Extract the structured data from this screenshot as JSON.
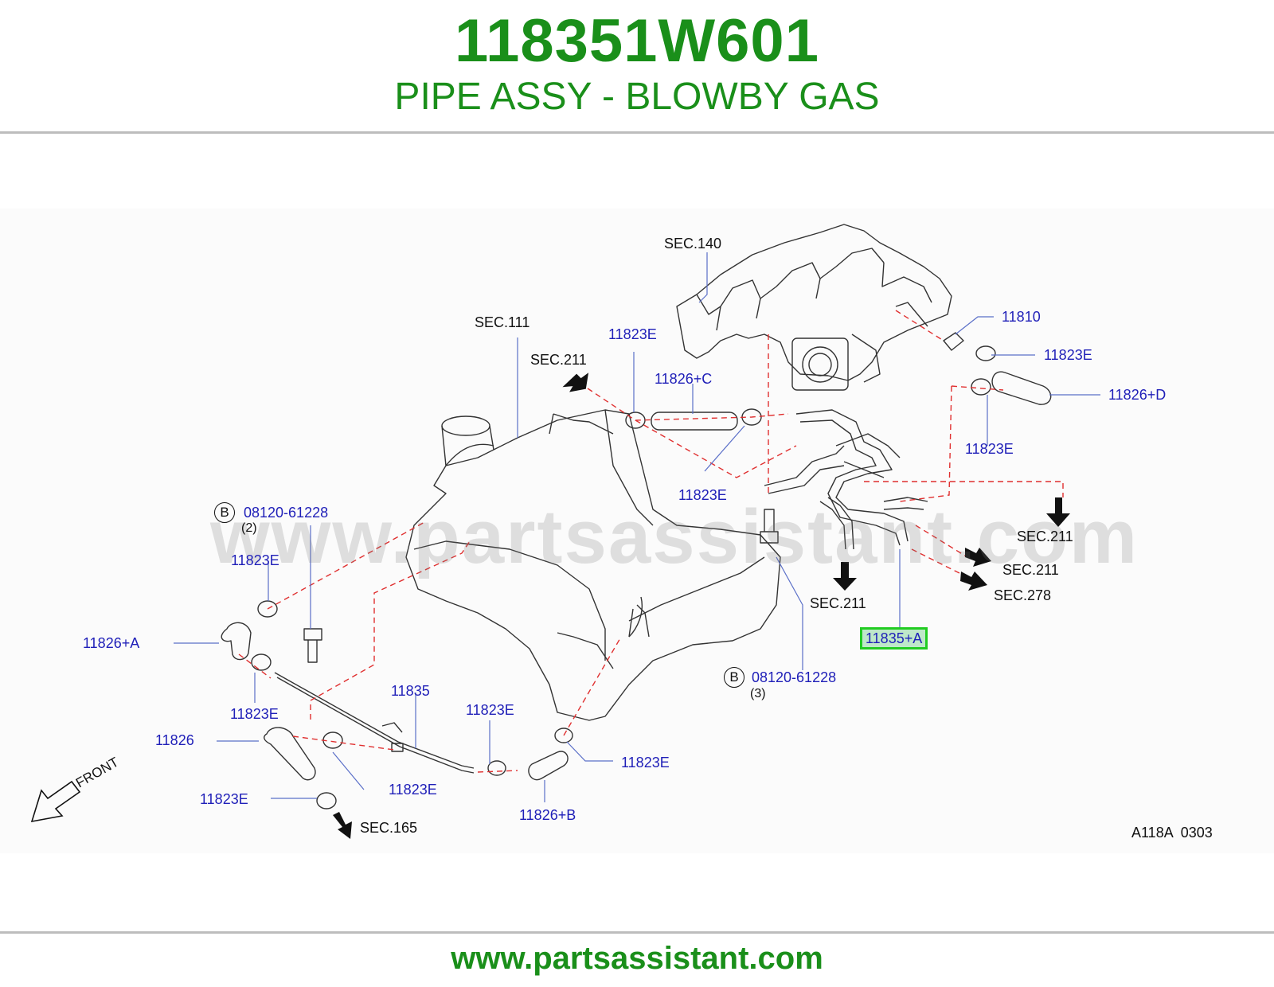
{
  "header": {
    "part_number": "118351W601",
    "part_name": "PIPE ASSY - BLOWBY GAS"
  },
  "diagram": {
    "watermark": "www.partsassistant.com",
    "bolt_symbol": "B",
    "labels": {
      "sec140": "SEC.140",
      "sec111": "SEC.111",
      "sec211_a": "SEC.211",
      "sec211_b": "SEC.211",
      "sec211_c": "SEC.211",
      "sec211_d": "SEC.211",
      "sec278": "SEC.278",
      "sec165": "SEC.165",
      "p11823e_top": "11823E",
      "p11826c": "11826+C",
      "p11823e_mid": "11823E",
      "p11810": "11810",
      "p11823e_r1": "11823E",
      "p11826d": "11826+D",
      "p11823e_r2": "11823E",
      "p08120_left": "08120-61228",
      "qty_left": "(2)",
      "p11823e_l1": "11823E",
      "p11826a": "11826+A",
      "p11823e_l2": "11823E",
      "p11835": "11835",
      "p11823e_c1": "11823E",
      "p11826": "11826",
      "p11823e_c2": "11823E",
      "p11823e_bl": "11823E",
      "p11826b": "11826+B",
      "p11823e_br": "11823E",
      "p08120_right": "08120-61228",
      "qty_right": "(3)",
      "p11835a": "11835+A",
      "front": "FRONT",
      "code": "A118A  0303"
    }
  },
  "footer": {
    "website": "www.partsassistant.com"
  },
  "colors": {
    "brand_green": "#1a8f1a",
    "label_blue": "#1f1fb8",
    "highlight_green": "#22cc22",
    "dashed_red": "#e03030"
  }
}
